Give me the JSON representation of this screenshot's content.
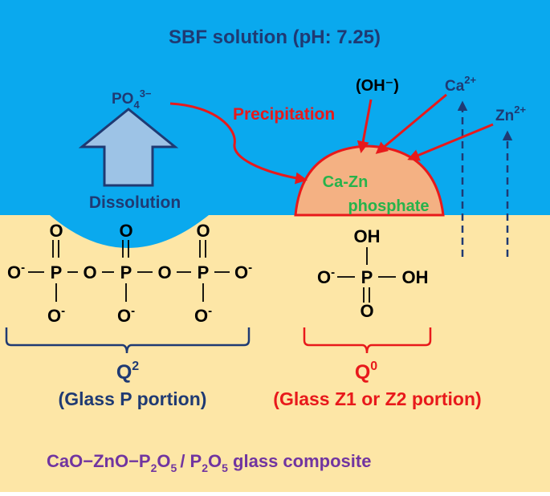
{
  "title": "SBF solution (pH: 7.25)",
  "ions": {
    "phosphate": {
      "base": "PO",
      "sub": "4",
      "sup": "3−"
    },
    "hydroxide": "(OH⁻)",
    "calcium": {
      "base": "Ca",
      "sup": "2+"
    },
    "zinc": {
      "base": "Zn",
      "sup": "2+"
    }
  },
  "process": {
    "precipitation": "Precipitation",
    "dissolution": "Dissolution"
  },
  "precipitate": {
    "line1": "Ca-Zn",
    "line2": "phosphate"
  },
  "q2_structure": {
    "oxygen": "O",
    "phosphorus": "P",
    "anion_base": "O",
    "anion_sup": "-"
  },
  "q0_structure": {
    "hydroxyl": "OH",
    "phosphorus": "P",
    "oxygen": "O",
    "anion_base": "O",
    "anion_sup": "-"
  },
  "q2_label": {
    "base": "Q",
    "sup": "2",
    "caption": "(Glass P portion)"
  },
  "q0_label": {
    "base": "Q",
    "sup": "0",
    "caption": "(Glass Z1 or Z2 portion)"
  },
  "composite": {
    "part1": "CaO−ZnO−P",
    "sub1": "2",
    "part2": "O",
    "sub2": "5",
    "part3": "/ P",
    "sub3": "2",
    "part4": "O",
    "sub4": "5",
    "part5": " glass composite"
  },
  "colors": {
    "solution": "#0aa9ee",
    "glass": "#fde6a6",
    "navy": "#1f3a73",
    "red": "#e8191b",
    "green": "#27b34b",
    "purple": "#7135a0",
    "precipitate": "#f4b183",
    "arrow_fill": "#9dc3e6"
  }
}
